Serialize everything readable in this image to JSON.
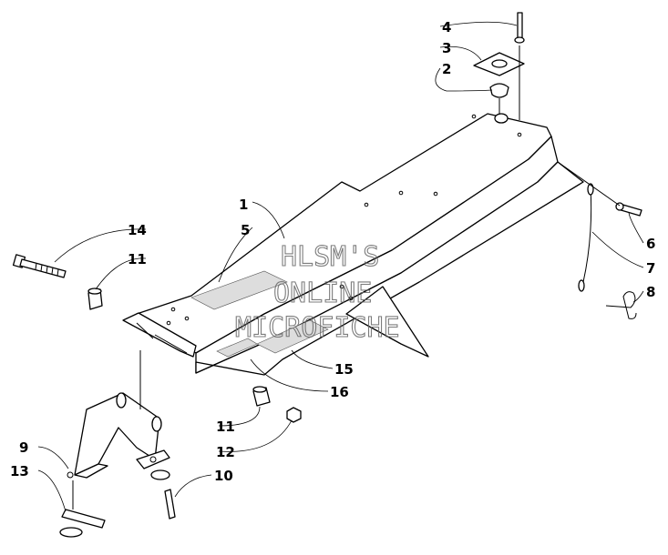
{
  "watermark": [
    "HLSM'S",
    "ONLINE",
    "MICROFICHE"
  ],
  "callouts": [
    {
      "id": "c1",
      "label": "1"
    },
    {
      "id": "c2",
      "label": "2"
    },
    {
      "id": "c3",
      "label": "3"
    },
    {
      "id": "c4",
      "label": "4"
    },
    {
      "id": "c5",
      "label": "5"
    },
    {
      "id": "c6",
      "label": "6"
    },
    {
      "id": "c7",
      "label": "7"
    },
    {
      "id": "c8",
      "label": "8"
    },
    {
      "id": "c9",
      "label": "9"
    },
    {
      "id": "c10",
      "label": "10"
    },
    {
      "id": "c11a",
      "label": "11"
    },
    {
      "id": "c11b",
      "label": "11"
    },
    {
      "id": "c12",
      "label": "12"
    },
    {
      "id": "c13",
      "label": "13"
    },
    {
      "id": "c14",
      "label": "14"
    },
    {
      "id": "c15",
      "label": "15"
    },
    {
      "id": "c16",
      "label": "16"
    }
  ]
}
